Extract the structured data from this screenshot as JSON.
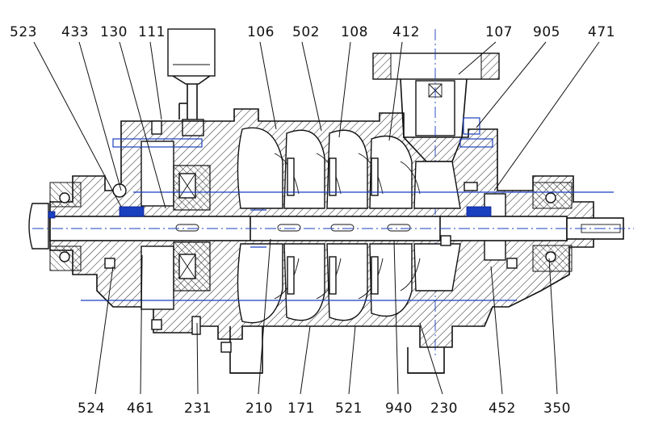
{
  "drawing": {
    "top_labels": [
      "523",
      "433",
      "130",
      "111",
      "106",
      "502",
      "108",
      "412",
      "107",
      "905",
      "471"
    ],
    "bottom_labels": [
      "524",
      "461",
      "231",
      "210",
      "171",
      "521",
      "940",
      "230",
      "452",
      "350"
    ]
  },
  "colors": {
    "line": "#111111",
    "accent_blue": "#1a3fbf",
    "hatch": "#222222",
    "background": "#ffffff"
  }
}
